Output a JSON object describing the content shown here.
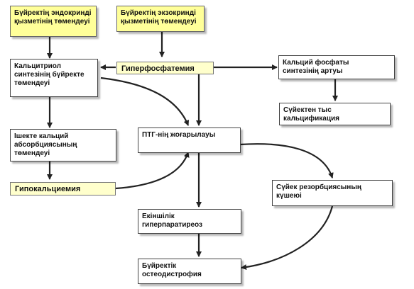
{
  "nodes": {
    "endocrine": "Бүйректің эндокринді\nқызметінің төмендеуі",
    "exocrine": "Бүйректің экзокринді\nқызметінің төмендеуі",
    "calcitriol": "Кальцитриол\nсинтезінің бүйректе\nтөмендеуі",
    "hyperphosphatemia": "Гиперфосфатемия",
    "calcium_phosphate": "Кальций фосфаты\nсинтезінің артуы",
    "extraskeletal": "Сүйектен тыс\nкальцификация",
    "intestinal": "Ішекте кальций\nабсорбциясының төмендеуі",
    "pth": "ПТГ-нің жоғарылауы",
    "hypocalcemia": "Гипокальциемия",
    "bone_resorption": "Сүйек резорбциясының\nкүшеюі",
    "secondary_hpt": "Екіншілік\nгиперпаратиреоз",
    "osteodystrophy": "Бүйректік остеодистрофия"
  },
  "colors": {
    "source_fill": "#ffff99",
    "pill_fill": "#ffffcc",
    "arrow": "#222222"
  }
}
